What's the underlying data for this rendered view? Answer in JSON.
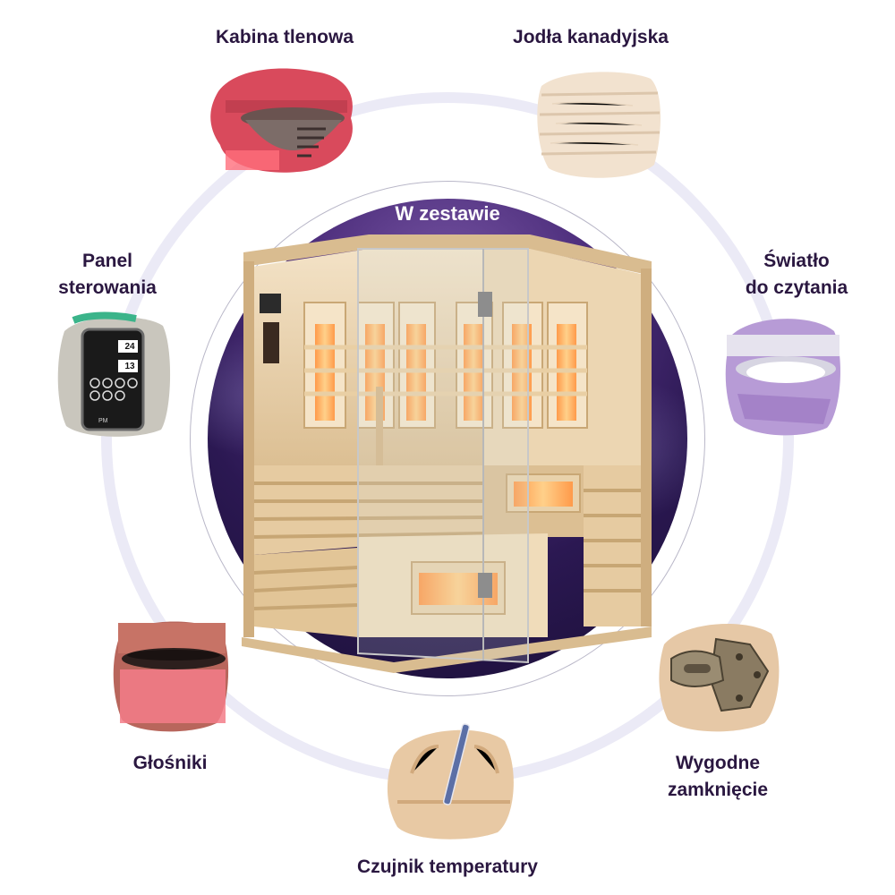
{
  "center": {
    "label": "W zestawie"
  },
  "features": [
    {
      "id": "oxygen",
      "lines": [
        "Kabina tlenowa"
      ],
      "icon": "oxygen-vent-icon"
    },
    {
      "id": "fir",
      "lines": [
        "Jodła kanadyjska"
      ],
      "icon": "wood-grain-icon"
    },
    {
      "id": "panel",
      "lines": [
        "Panel",
        "sterowania"
      ],
      "icon": "control-panel-icon"
    },
    {
      "id": "light",
      "lines": [
        "Światło",
        "do czytania"
      ],
      "icon": "reading-light-icon"
    },
    {
      "id": "speakers",
      "lines": [
        "Głośniki"
      ],
      "icon": "speaker-icon"
    },
    {
      "id": "latch",
      "lines": [
        "Wygodne",
        "zamknięcie"
      ],
      "icon": "latch-icon"
    },
    {
      "id": "sensor",
      "lines": [
        "Czujnik temperatury"
      ],
      "icon": "thermometer-icon"
    }
  ],
  "panel_display": {
    "temp": "24",
    "time": "13",
    "brand": "PM"
  },
  "colors": {
    "accent": "#2a1740",
    "ring": "#ebeaf6",
    "disc": "#2b1852",
    "wood": "#e8cfa8",
    "heater": "#ff8a3d"
  }
}
